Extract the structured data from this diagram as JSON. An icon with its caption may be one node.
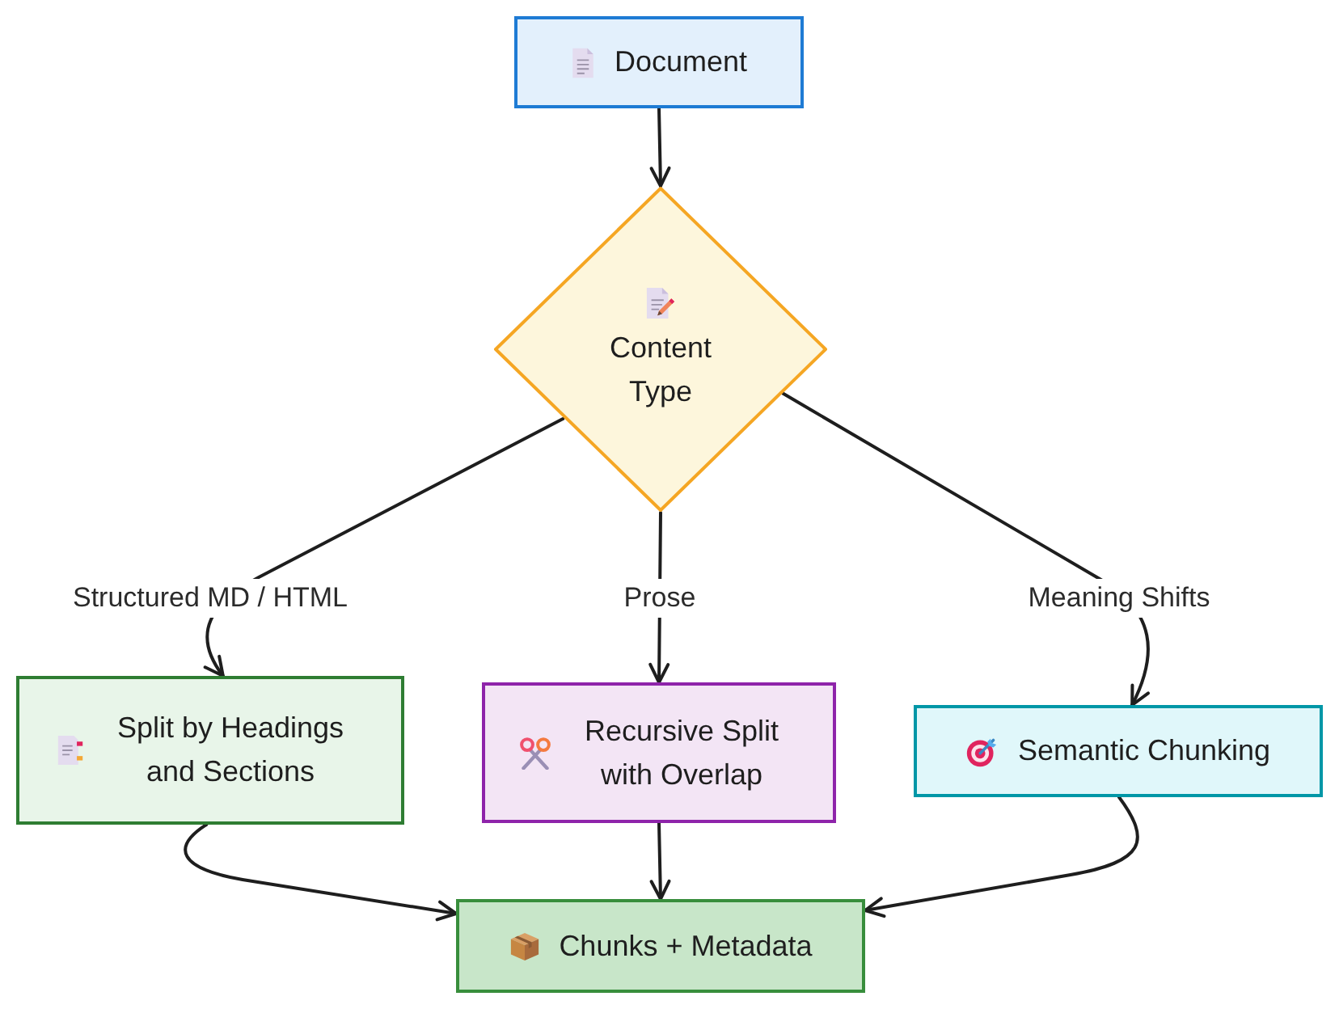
{
  "diagram": {
    "nodes": [
      {
        "text": [
          "Document"
        ]
      },
      {
        "text": [
          "Content Type"
        ]
      },
      {
        "text": [
          "Split by Headings and Sections"
        ]
      },
      {
        "text": [
          "Recursive Split with Overlap"
        ]
      },
      {
        "text": [
          "Semantic Chunking"
        ]
      },
      {
        "text": [
          "Chunks + Metadata"
        ]
      }
    ],
    "edges": [
      {
        "from": 0,
        "to": 1,
        "arrow": "to"
      },
      {
        "from": 1,
        "to": 2,
        "arrow": "to",
        "label": "Structured MD / HTML"
      },
      {
        "from": 1,
        "to": 3,
        "arrow": "to",
        "label": "Prose"
      },
      {
        "from": 1,
        "to": 4,
        "arrow": "to",
        "label": "Meaning Shifts"
      },
      {
        "from": 2,
        "to": 5,
        "arrow": "to"
      },
      {
        "from": 3,
        "to": 5,
        "arrow": "to"
      },
      {
        "from": 4,
        "to": 5,
        "arrow": "to"
      }
    ]
  }
}
